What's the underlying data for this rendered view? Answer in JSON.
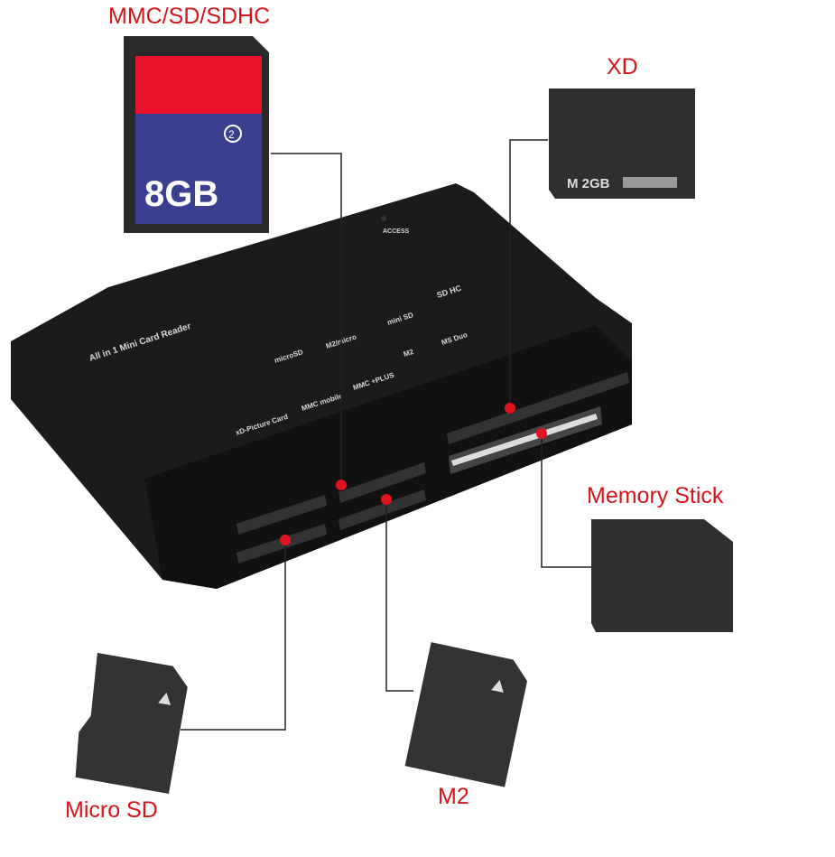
{
  "labels": {
    "sd": "MMC/SD/SDHC",
    "xd": "XD",
    "memory_stick": "Memory Stick",
    "micro_sd": "Micro SD",
    "m2": "M2"
  },
  "sd_card": {
    "capacity": "8GB",
    "class": "2"
  },
  "xd_card": {
    "capacity": "M 2GB"
  },
  "reader_printed_text": [
    "All in 1 Mini Card Reader",
    "ACCESS",
    "microSD",
    "M2/micro",
    "mini SD",
    "SD HC",
    "MMC mobile",
    "MMC +PLUS",
    "M2",
    "MS Duo",
    "xD-Picture Card"
  ],
  "colors": {
    "label": "#d4151b",
    "dot": "#e0141c",
    "reader": "#1a1a1a",
    "sd_red": "#e8132b",
    "sd_blue": "#3a3f8f",
    "card_gray": "#3a3a3a"
  }
}
